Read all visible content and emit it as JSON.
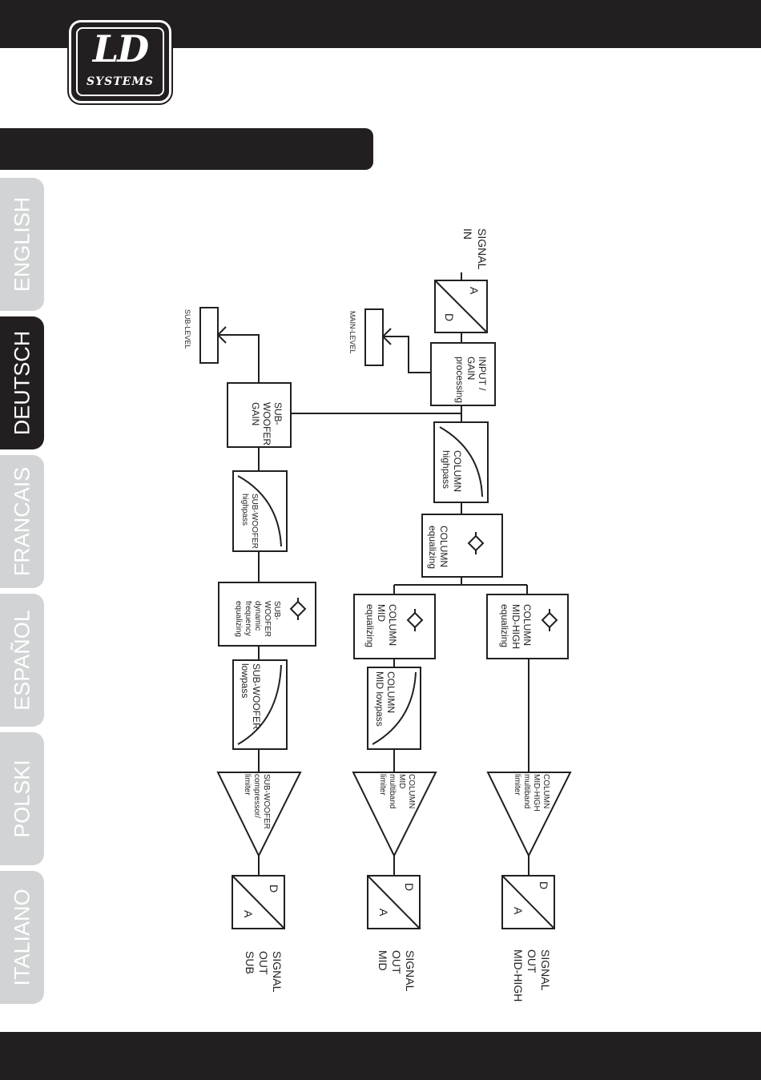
{
  "brand": {
    "logo_main": "LD",
    "logo_sub": "SYSTEMS"
  },
  "language_tabs": [
    {
      "label": "ENGLISH",
      "active": false
    },
    {
      "label": "DEUTSCH",
      "active": true
    },
    {
      "label": "FRANCAIS",
      "active": false
    },
    {
      "label": "ESPAÑOL",
      "active": false
    },
    {
      "label": "POLSKI",
      "active": false
    },
    {
      "label": "ITALIANO",
      "active": false
    }
  ],
  "colors": {
    "dark": "#231f20",
    "tab_inactive": "#d1d3d4",
    "tab_text": "#ffffff"
  },
  "diagram": {
    "signal_in": [
      "SIGNAL",
      "IN"
    ],
    "adc": [
      "A",
      "D"
    ],
    "input_gain": [
      "INPUT /",
      "GAIN",
      "processing"
    ],
    "main_level": "MAIN-LEVEL",
    "column_highpass": [
      "COLUMN",
      "highpass"
    ],
    "column_eq": [
      "COLUMN",
      "equalizing"
    ],
    "sub_woofer_gain": [
      "SUB-",
      "WOOFER",
      "GAIN"
    ],
    "sub_level": "SUB-LEVEL",
    "sub_highpass": [
      "SUB-WOOFER",
      "highpass"
    ],
    "sub_dyn_eq": [
      "SUB-",
      "WOOFER",
      "dynamic",
      "frequency",
      "equalizing"
    ],
    "sub_lowpass": [
      "SUB-WOOFER",
      "lowpass"
    ],
    "sub_limiter": [
      "SUB-WOOFER",
      "compressor/",
      "limiter"
    ],
    "mid_eq": [
      "COLUMN",
      "MID",
      "equalizing"
    ],
    "mid_lowpass": [
      "COLUMN",
      "MID lowpass"
    ],
    "mid_limiter": [
      "COLUMN",
      "MID",
      "multiband",
      "limiter"
    ],
    "midhigh_eq": [
      "COLUMN",
      "MID-HIGH",
      "equalizing"
    ],
    "midhigh_limiter": [
      "COLUMN",
      "MID-HIGH",
      "multiband",
      "limiter"
    ],
    "dac": [
      "D",
      "A"
    ],
    "out_sub": [
      "SIGNAL",
      "OUT",
      "SUB"
    ],
    "out_mid": [
      "SIGNAL",
      "OUT",
      "MID"
    ],
    "out_midhigh": [
      "SIGNAL",
      "OUT",
      "MID-HIGH"
    ]
  }
}
